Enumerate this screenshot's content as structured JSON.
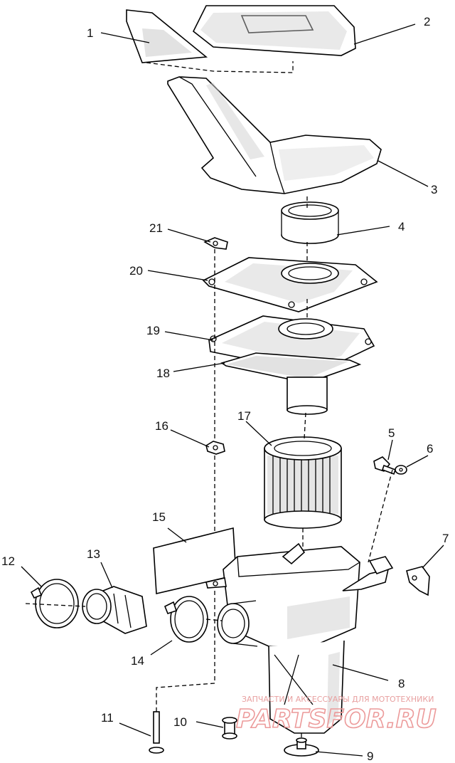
{
  "callouts": [
    "1",
    "2",
    "3",
    "4",
    "5",
    "6",
    "7",
    "8",
    "9",
    "10",
    "11",
    "12",
    "13",
    "14",
    "15",
    "16",
    "17",
    "18",
    "19",
    "20",
    "21"
  ],
  "watermark": {
    "line1": "ЗАПЧАСТИ И АКСЕССУАРЫ ДЛЯ МОТОТЕХНИКИ",
    "line2": "PARTSFOR.RU"
  }
}
